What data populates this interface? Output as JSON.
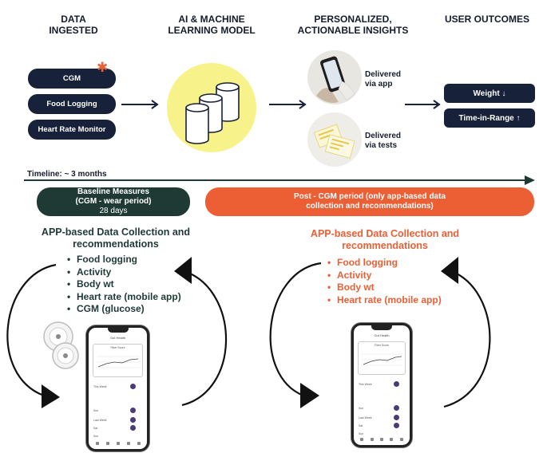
{
  "headers": {
    "data_ingested": "DATA\nINGESTED",
    "ai_model": "AI & MACHINE\nLEARNING MODEL",
    "insights": "PERSONALIZED,\nACTIONABLE INSIGHTS",
    "outcomes": "USER OUTCOMES"
  },
  "inputs": [
    "CGM",
    "Food Logging",
    "Heart Rate Monitor"
  ],
  "delivery": [
    {
      "label": "Delivered\nvia app"
    },
    {
      "label": "Delivered\nvia tests"
    }
  ],
  "outcomes": [
    "Weight ↓",
    "Time-in-Range ↑"
  ],
  "timeline_label": "Timeline: ~ 3 months",
  "baseline": {
    "title": "Baseline Measures\n(CGM - wear period)",
    "duration": "28 days",
    "section_title": "APP-based Data Collection and\nrecommendations",
    "items": [
      "Food logging",
      "Activity",
      "Body wt",
      "Heart rate (mobile app)",
      "CGM (glucose)"
    ]
  },
  "post": {
    "title": "Post - CGM period (only app-based data\ncollection and recommendations)",
    "section_title": "APP-based Data Collection and\nrecommendations",
    "items": [
      "Food logging",
      "Activity",
      "Body wt",
      "Heart rate (mobile app)"
    ]
  },
  "phone_screen": {
    "title": "Gut Health",
    "card": "Fiber Score",
    "rows": [
      "This Week",
      "Sun",
      "Last Week",
      "Sat",
      "Sun"
    ]
  },
  "colors": {
    "navy": "#18213a",
    "dark_green": "#1f3a34",
    "orange": "#ec5f35",
    "yellow": "#f7f28a"
  }
}
